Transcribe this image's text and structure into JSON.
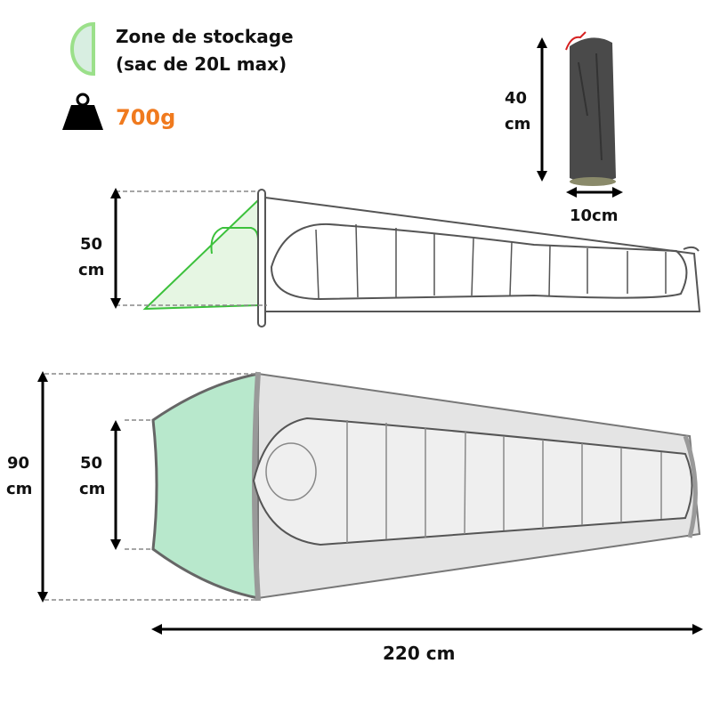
{
  "legend": {
    "storage_label_line1": "Zone de stockage",
    "storage_label_line2": "(sac de 20L max)",
    "weight_value": "700g",
    "storage_color": "#9be08a",
    "storage_fill": "#d8eee1",
    "weight_color": "#f07a1e"
  },
  "bag": {
    "height_value": "40",
    "height_unit": "cm",
    "width_label": "10cm"
  },
  "side_view": {
    "height_value": "50",
    "height_unit": "cm"
  },
  "top_view": {
    "outer_height_value": "90",
    "outer_height_unit": "cm",
    "inner_height_value": "50",
    "inner_height_unit": "cm",
    "length_label": "220 cm"
  }
}
